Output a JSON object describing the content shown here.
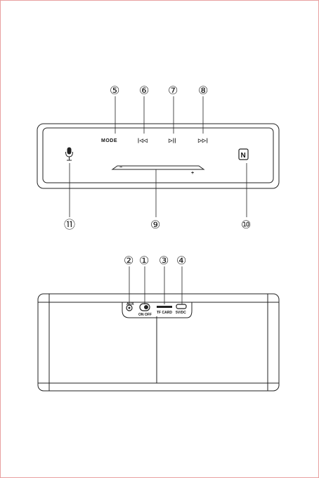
{
  "colors": {
    "line": "#222222",
    "page_border": "#e8a0a0"
  },
  "top_panel": {
    "callouts": [
      "⑤",
      "⑥",
      "⑦",
      "⑧",
      "⑨",
      "⑩",
      "⑪"
    ],
    "mode_label": "MODE",
    "prev_glyph": "|◁◁",
    "play_pause_glyph": "▷||",
    "next_glyph": "▷▷|",
    "minus_glyph": "−",
    "plus_glyph": "+",
    "nfc_glyph": "N",
    "icons": [
      "microphone-icon",
      "nfc-icon"
    ]
  },
  "rear_panel": {
    "callouts": [
      "②",
      "①",
      "③",
      "④"
    ],
    "port_labels": [
      "AUX",
      "ON OFF",
      "TF CARD",
      "5V/DC"
    ]
  }
}
